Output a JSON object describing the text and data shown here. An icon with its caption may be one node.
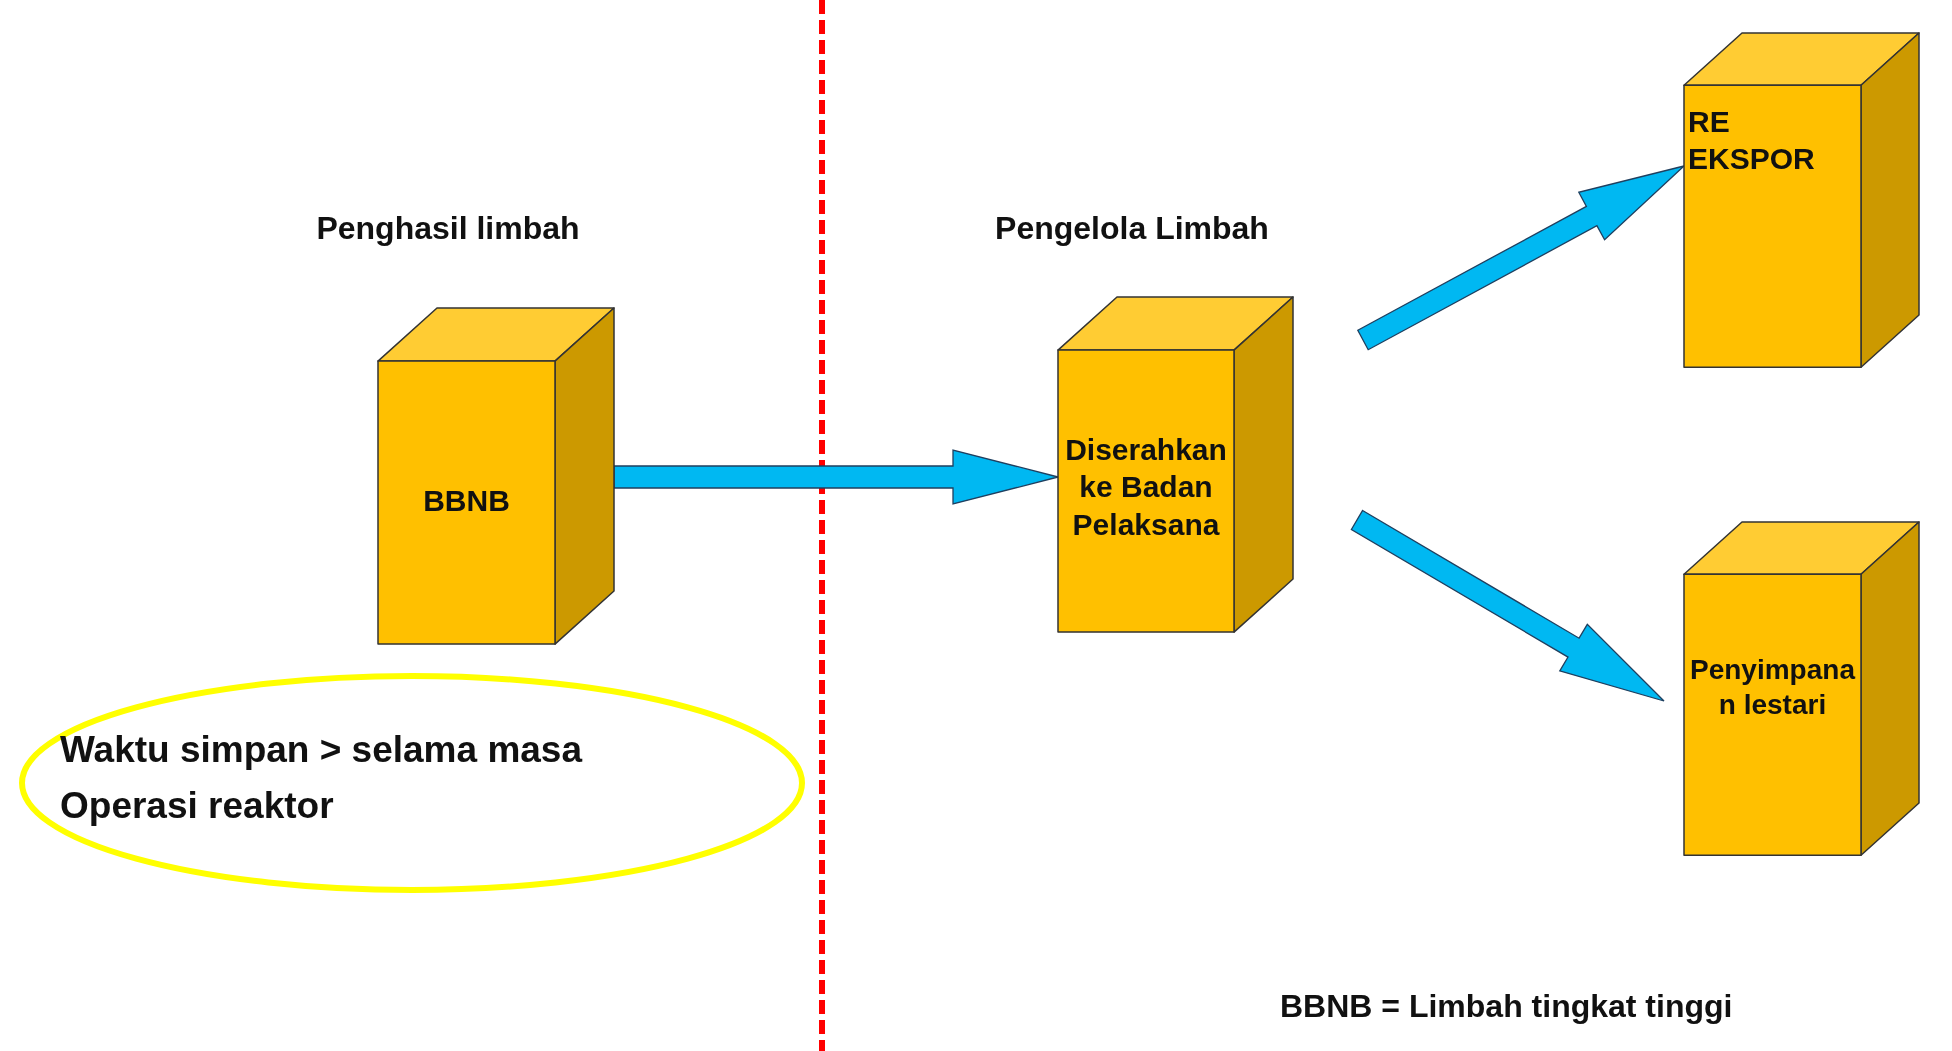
{
  "diagram": {
    "nodes": [
      {
        "text": [
          "BBNB"
        ]
      },
      {
        "text": [
          "Diserahkan ke Badan Pelaksana"
        ]
      },
      {
        "text": [
          "RE EKSPOR"
        ]
      },
      {
        "text": [
          "Penyimpana n lestari"
        ]
      },
      {
        "text": [
          "Waktu simpan > selama masa Operasi reaktor"
        ]
      }
    ],
    "edges": [
      {
        "from": 0,
        "to": 1,
        "arrow": "to"
      },
      {
        "from": 1,
        "to": 2,
        "arrow": "to"
      },
      {
        "from": 1,
        "to": 3,
        "arrow": "to"
      }
    ],
    "labels": [
      "Penghasil limbah",
      "Pengelola Limbah",
      "BBNB = Limbah tingkat tinggi"
    ]
  }
}
